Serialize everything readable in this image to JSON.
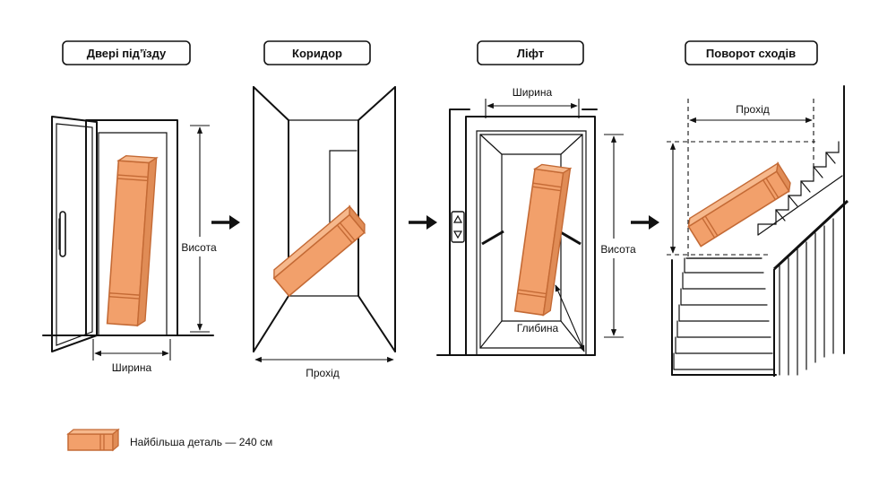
{
  "colors": {
    "accent_orange": "#f2a06b",
    "accent_orange_dark": "#c46a35",
    "line": "#111111"
  },
  "panels": [
    {
      "id": "entrance-door",
      "title": "Двері під’їзду",
      "labels": {
        "height": "Висота",
        "width": "Ширина"
      }
    },
    {
      "id": "corridor",
      "title": "Коридор",
      "labels": {
        "passage": "Прохід"
      }
    },
    {
      "id": "elevator",
      "title": "Ліфт",
      "labels": {
        "width": "Ширина",
        "height": "Висота",
        "depth": "Глибина"
      }
    },
    {
      "id": "stair-turn",
      "title": "Поворот сходів",
      "labels": {
        "passage": "Прохід"
      }
    }
  ],
  "arrows": [
    "arrow-right-icon",
    "arrow-right-icon",
    "arrow-right-icon"
  ],
  "legend": {
    "icon": "package-box-icon",
    "text": "Найбільша деталь — 240 см"
  },
  "elevator_buttons": [
    "up-triangle-icon",
    "down-triangle-icon"
  ]
}
